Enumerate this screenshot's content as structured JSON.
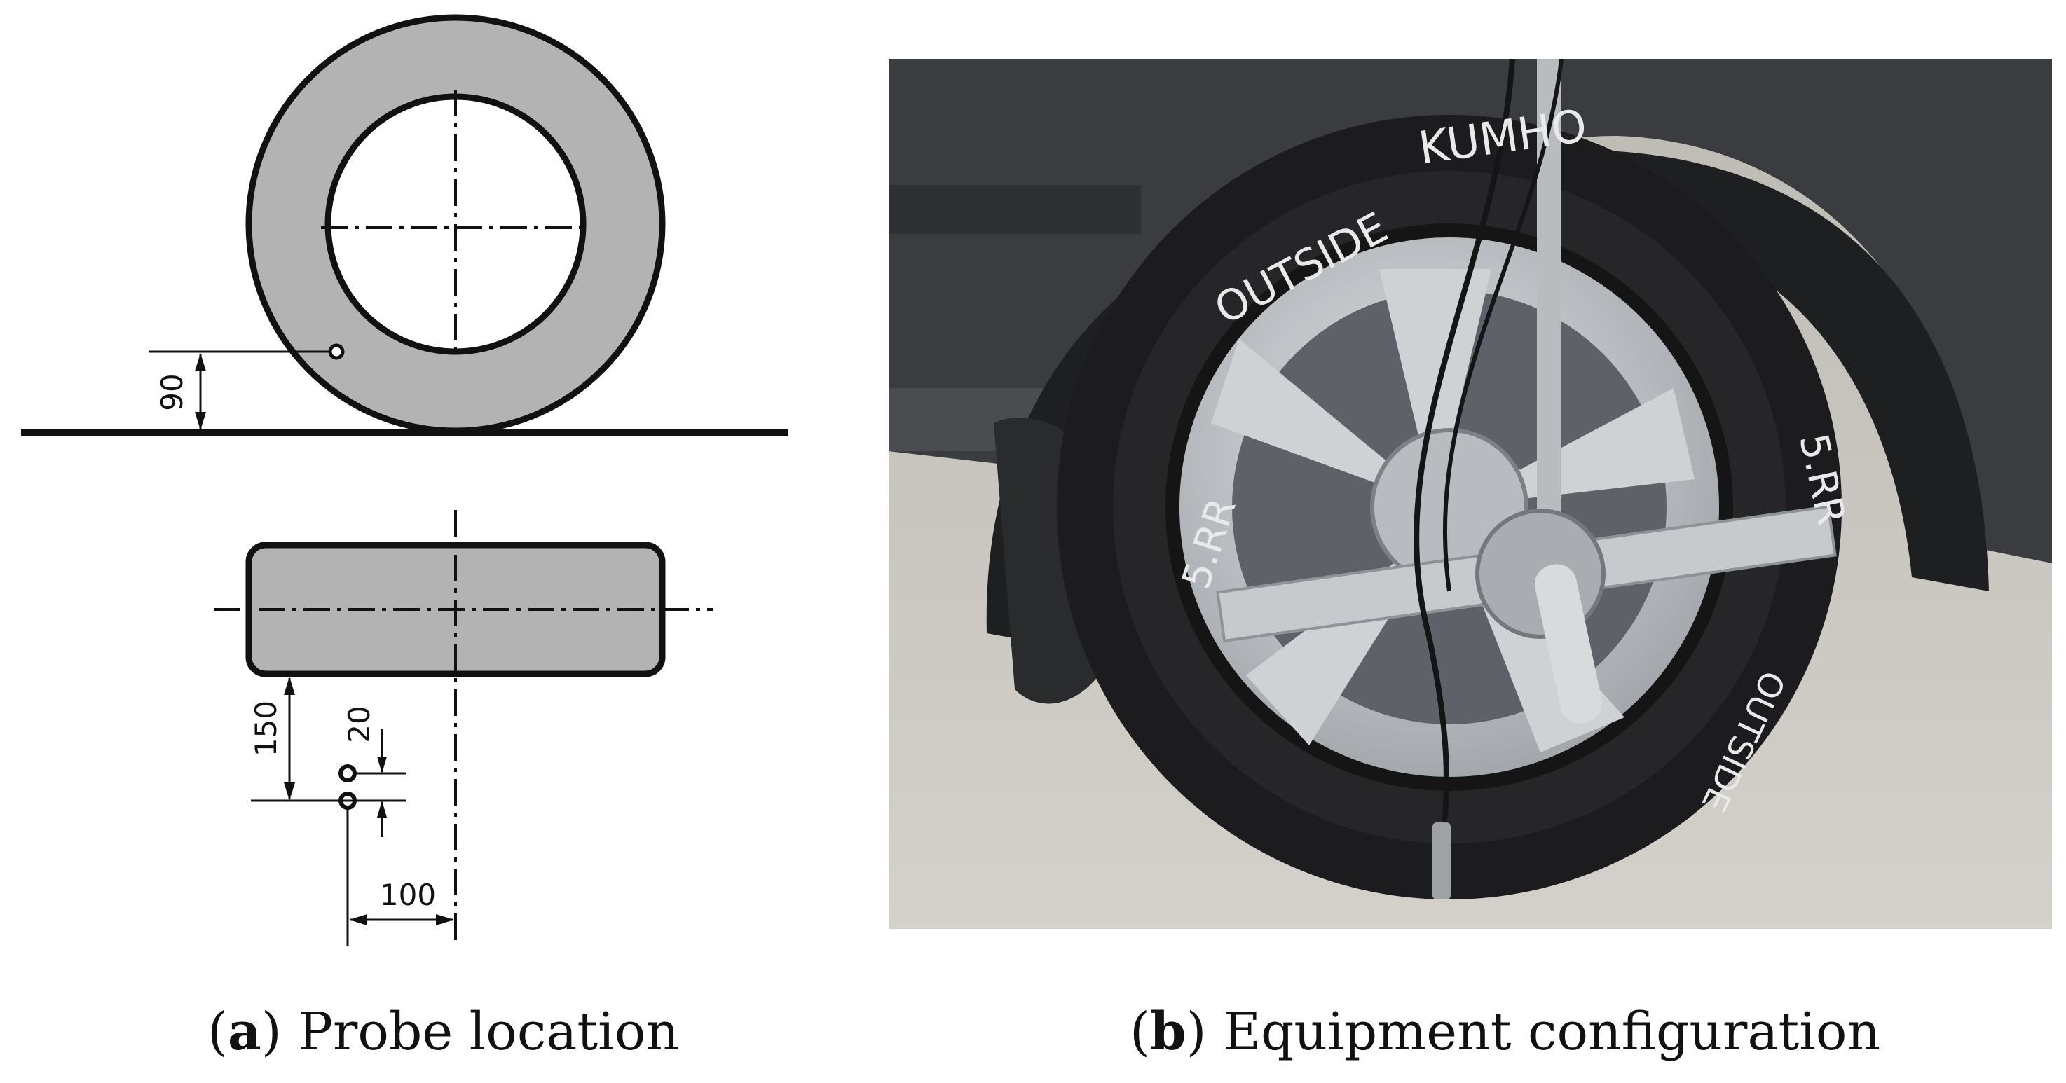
{
  "panel_a": {
    "caption_letter": "a",
    "caption_text": "Probe location",
    "dimensions": {
      "height_90": "90",
      "offset_150": "150",
      "spacing_20": "20",
      "lateral_100": "100"
    }
  },
  "panel_b": {
    "caption_letter": "b",
    "caption_text": "Equipment configuration",
    "tire_markings": {
      "brand": "KUMHO",
      "outside_top": "OUTSIDE",
      "outside_right": "OUTSIDE",
      "left_label": "5.RR",
      "right_label": "5.RR"
    }
  },
  "colors": {
    "tire_gray": "#b3b3b3",
    "line": "#111111",
    "tire_rubber": "#1c1c1e",
    "rim_silver": "#c4c6c8",
    "ground": "#c9c6c1",
    "body_panel": "#3a3c3f"
  }
}
